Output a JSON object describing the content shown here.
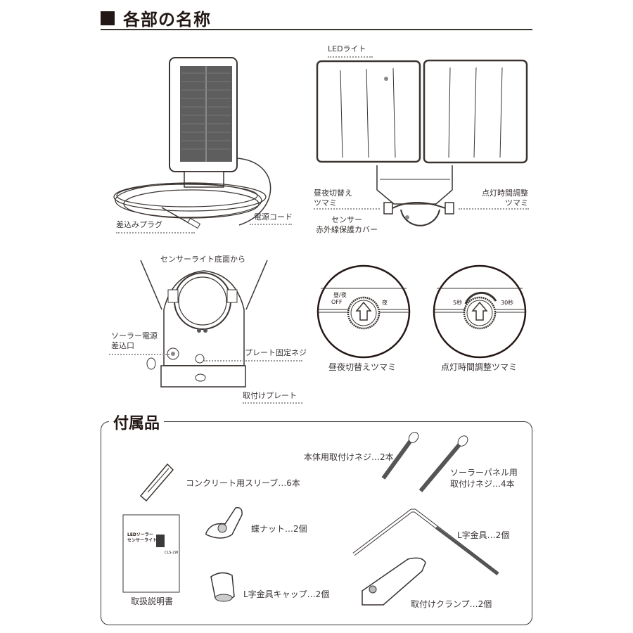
{
  "header": {
    "title": "各部の名称"
  },
  "solar_panel": {
    "labels": {
      "plug": "差込みプラグ",
      "cord": "電源コード"
    }
  },
  "light_front": {
    "labels": {
      "led": "LEDライト",
      "day_night_knob_line1": "昼夜切替え",
      "day_night_knob_line2": "ツマミ",
      "timer_knob_line1": "点灯時間調整",
      "timer_knob_line2": "ツマミ",
      "sensor_line1": "センサー",
      "sensor_line2": "赤外線保護カバー"
    }
  },
  "light_bottom": {
    "caption": "センサーライト底面から",
    "labels": {
      "solar_input_line1": "ソーラー電源",
      "solar_input_line2": "差込口",
      "plate_screw": "プレート固定ネジ",
      "mount_plate": "取付けプレート"
    }
  },
  "knobs": {
    "day_night": {
      "caption": "昼夜切替えツマミ",
      "marks": [
        "OFF",
        "昼/夜",
        "夜"
      ]
    },
    "timer": {
      "caption": "点灯時間調整ツマミ",
      "marks": [
        "5秒",
        "30秒"
      ]
    }
  },
  "accessories": {
    "title": "付属品",
    "items": [
      {
        "label": "コンクリート用スリーブ…6本"
      },
      {
        "label": "本体用取付けネジ…2本"
      },
      {
        "label_line1": "ソーラーパネル用",
        "label_line2": "取付けネジ…4本"
      },
      {
        "label": "取扱説明書"
      },
      {
        "label": "蝶ナット…2個"
      },
      {
        "label": "L字金具…2個"
      },
      {
        "label": "L字金具キャップ…2個"
      },
      {
        "label": "取付けクランプ…2個"
      }
    ],
    "manual_cover": {
      "title_line1": "LEDソーラー",
      "title_line2": "センサーライト",
      "model": "CLS-2W"
    }
  },
  "colors": {
    "text": "#231815",
    "line": "#3a3431",
    "panel": "#5a5a5a",
    "leader": "#9a9a9a"
  }
}
